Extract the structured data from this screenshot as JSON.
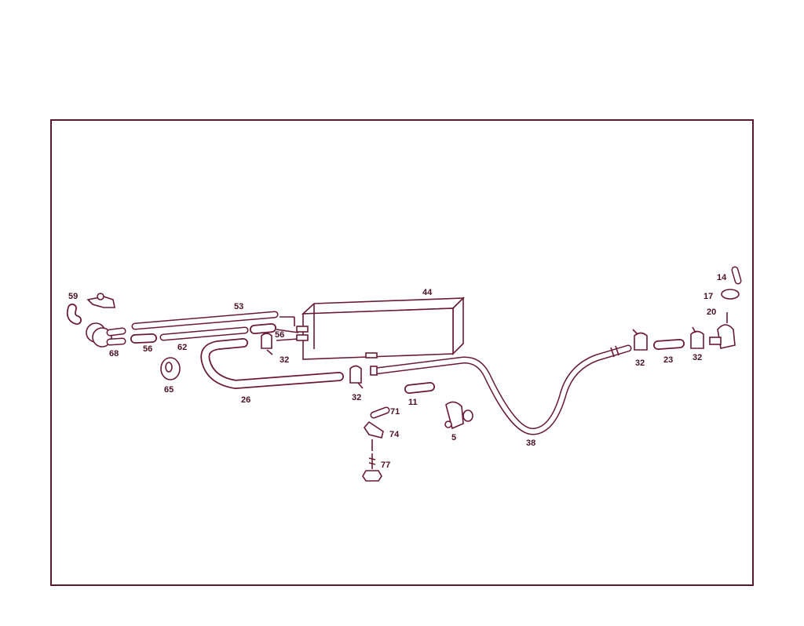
{
  "colors": {
    "line": "#6a1a30",
    "frame": "#5a1a2e",
    "label": "#4a1020",
    "background": "#ffffff"
  },
  "labels": {
    "p59": "59",
    "p53": "53",
    "p44": "44",
    "p14": "14",
    "p17": "17",
    "p20": "20",
    "p68": "68",
    "p56a": "56",
    "p62": "62",
    "p56b": "56",
    "p32a": "32",
    "p65": "65",
    "p26": "26",
    "p32b": "32",
    "p11": "11",
    "p71": "71",
    "p74": "74",
    "p77": "77",
    "p5": "5",
    "p38": "38",
    "p32c": "32",
    "p23": "23",
    "p32d": "32"
  }
}
